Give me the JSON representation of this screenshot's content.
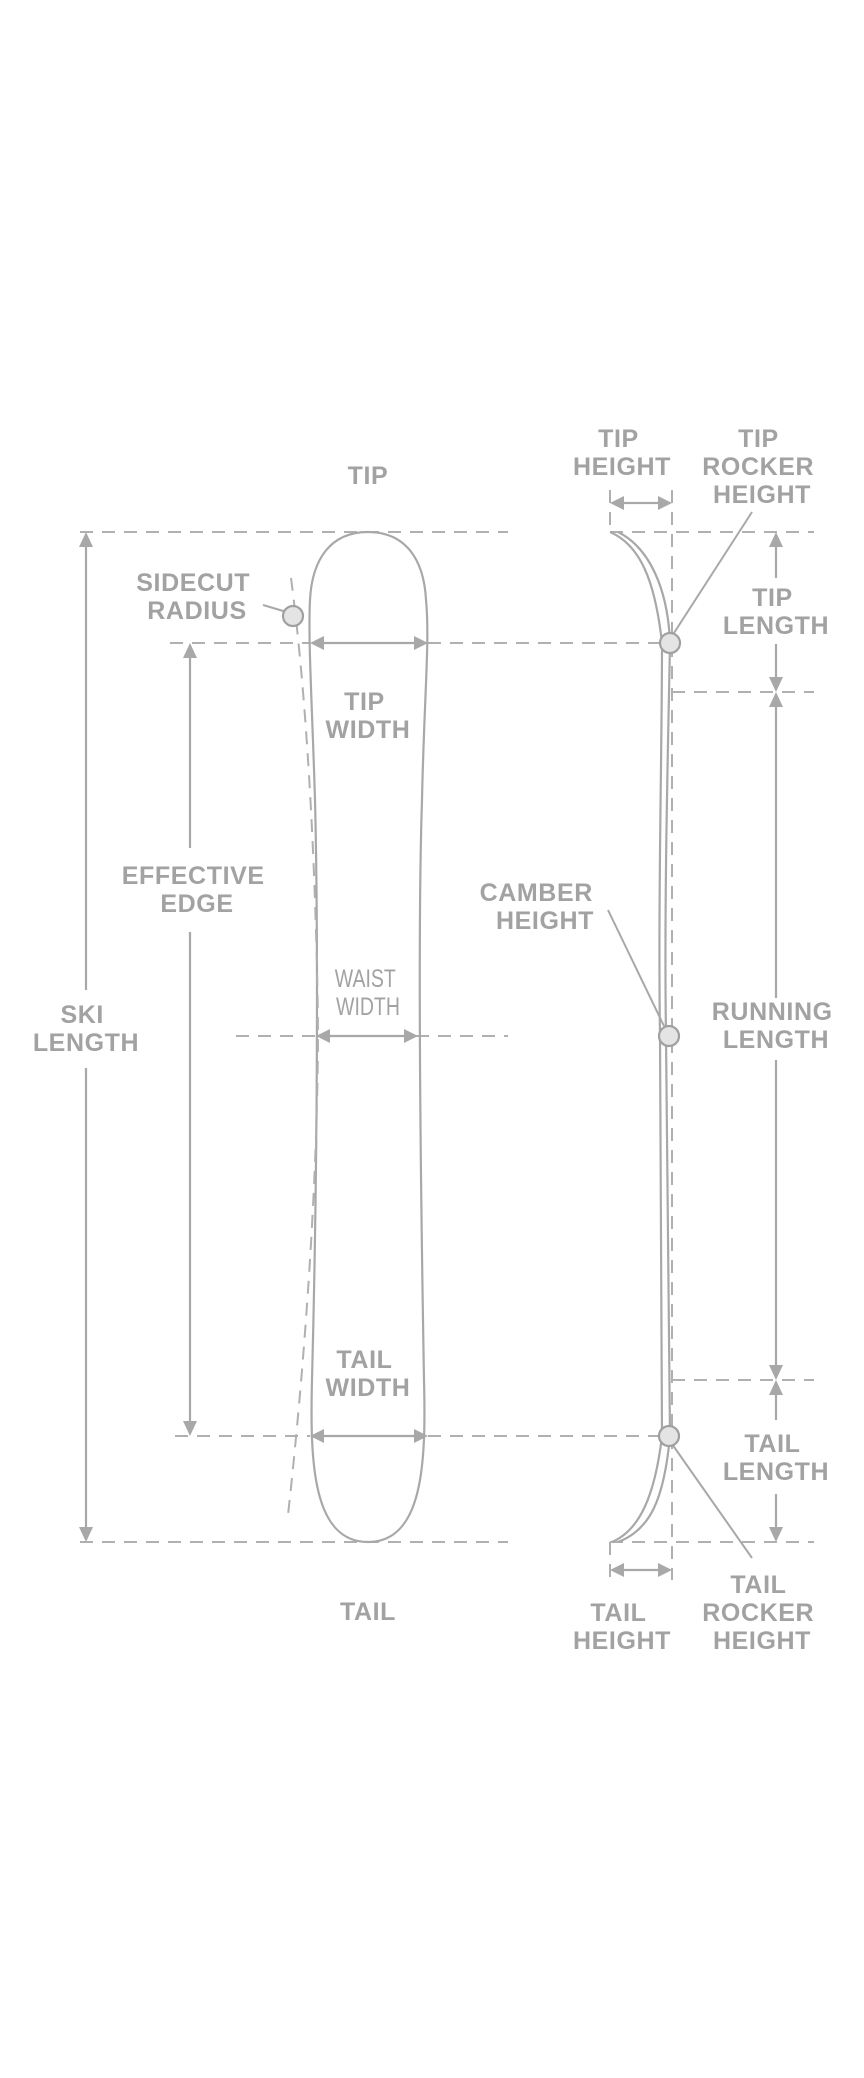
{
  "colors": {
    "line": "#a8a8a8",
    "text": "#a2a2a2",
    "marker_fill": "#e4e4e4",
    "background": "#ffffff"
  },
  "labels": {
    "tip": "TIP",
    "tail": "TAIL",
    "sidecut_radius": [
      "SIDECUT",
      "RADIUS"
    ],
    "tip_width": [
      "TIP",
      "WIDTH"
    ],
    "effective_edge": [
      "EFFECTIVE",
      "EDGE"
    ],
    "waist_width": [
      "WAIST",
      "WIDTH"
    ],
    "ski_length": [
      "SKI",
      "LENGTH"
    ],
    "tail_width": [
      "TAIL",
      "WIDTH"
    ],
    "tip_height": [
      "TIP",
      "HEIGHT"
    ],
    "tip_rocker_height": [
      "TIP",
      "ROCKER",
      "HEIGHT"
    ],
    "tip_length": [
      "TIP",
      "LENGTH"
    ],
    "camber_height": [
      "CAMBER",
      "HEIGHT"
    ],
    "running_length": [
      "RUNNING",
      "LENGTH"
    ],
    "tail_length": [
      "TAIL",
      "LENGTH"
    ],
    "tail_rocker_height": [
      "TAIL",
      "ROCKER",
      "HEIGHT"
    ],
    "tail_height": [
      "TAIL",
      "HEIGHT"
    ]
  }
}
